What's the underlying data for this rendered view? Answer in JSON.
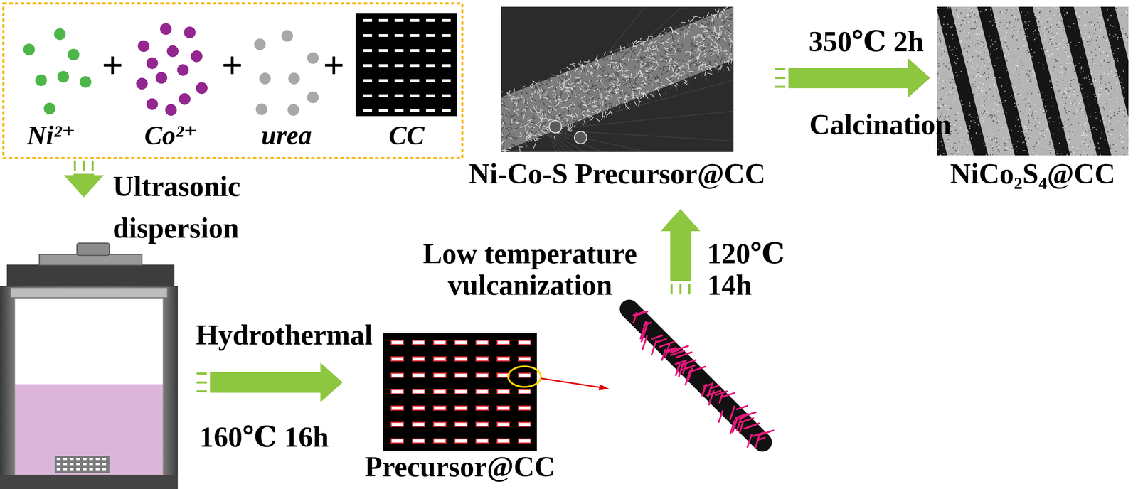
{
  "diagram": {
    "nodes": [
      {
        "text": [
          "Ni²⁺"
        ]
      },
      {
        "text": [
          "Co²⁺"
        ]
      },
      {
        "text": [
          "urea"
        ]
      },
      {
        "text": [
          "CC"
        ]
      },
      {
        "text": [
          "Precursor@CC"
        ]
      },
      {
        "text": [
          "Ni-Co-S Precursor@CC"
        ]
      },
      {
        "text": [
          "NiCo₂S₄@CC"
        ]
      }
    ],
    "edges": [
      {
        "from": 5,
        "to": 6,
        "arrow": "to",
        "label": "Calcination"
      }
    ],
    "labels": [
      "+",
      "+",
      "+",
      "Ultrasonic dispersion",
      "Hydrothermal",
      "160℃ 16h",
      "Low temperature vulcanization",
      "120℃ 14h",
      "350℃ 2h"
    ]
  }
}
